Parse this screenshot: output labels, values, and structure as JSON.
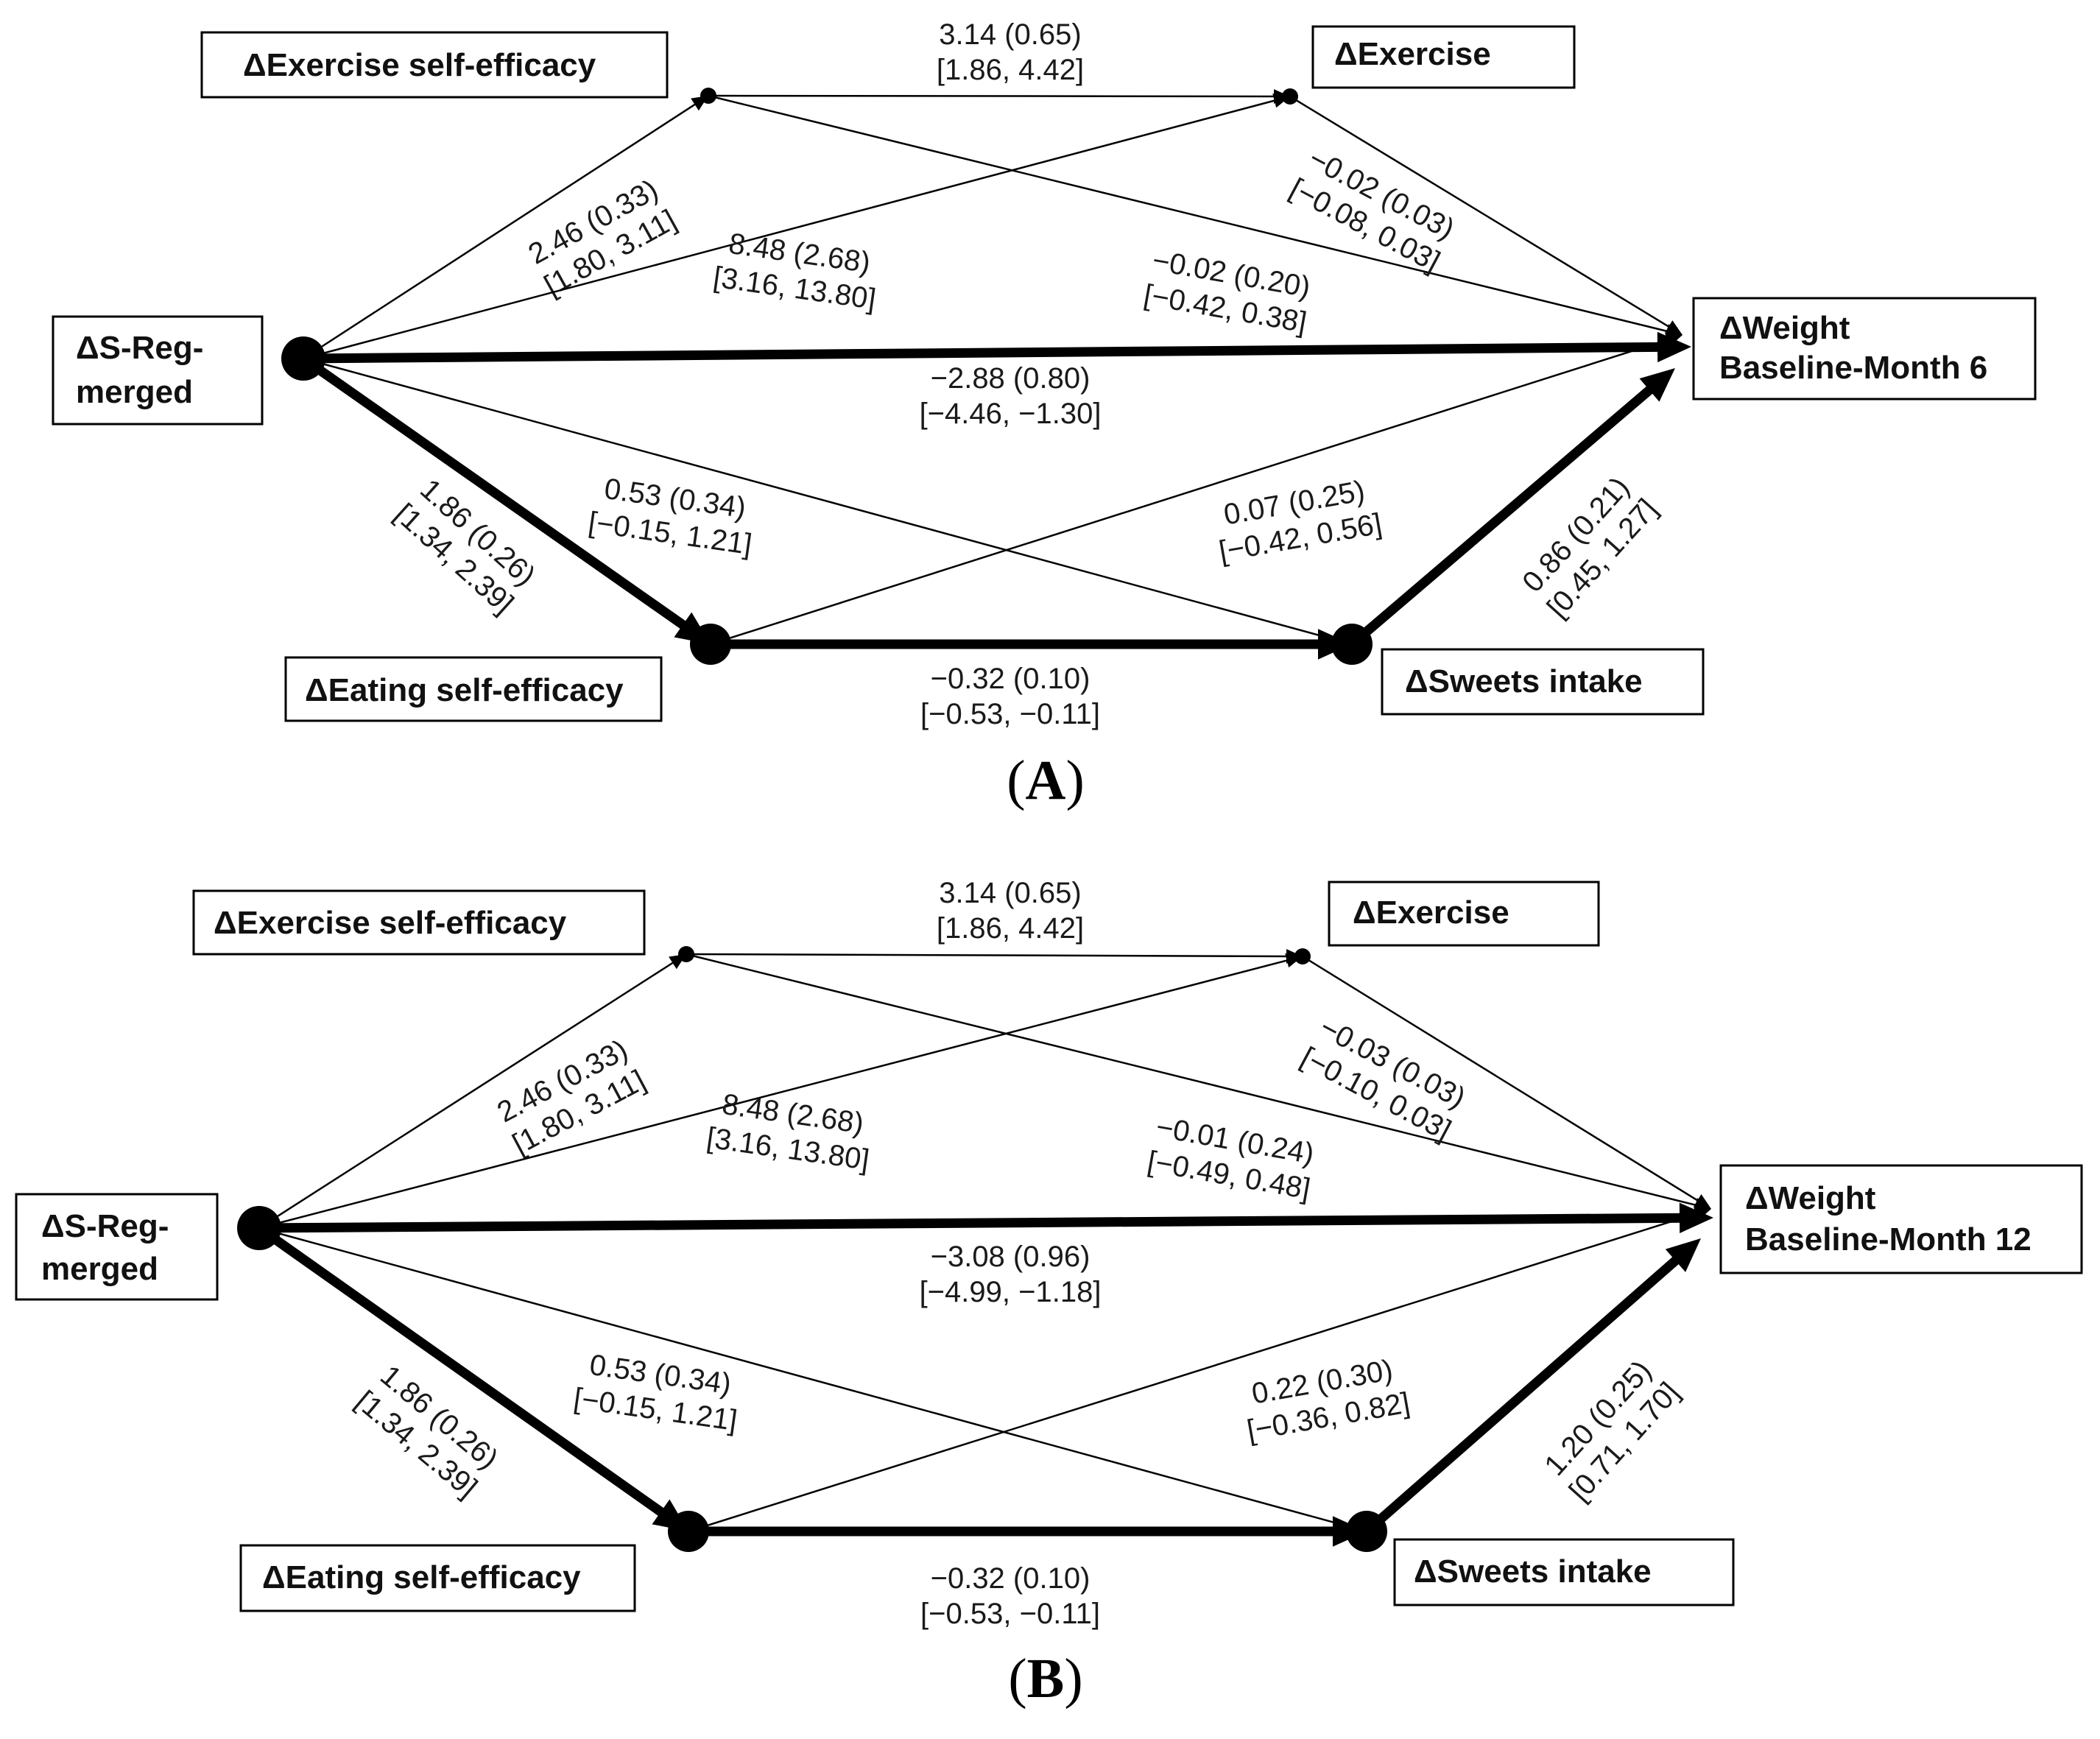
{
  "panels": [
    {
      "label": "A",
      "nodes": {
        "sreg": [
          "ΔS-Reg-",
          "merged"
        ],
        "exse": [
          "ΔExercise self-efficacy"
        ],
        "ex": [
          "ΔExercise"
        ],
        "eatse": [
          "ΔEating self-efficacy"
        ],
        "sweets": [
          "ΔSweets intake"
        ],
        "weight": [
          "ΔWeight",
          "Baseline-Month 6"
        ]
      },
      "paths": {
        "sreg_exse": [
          "2.46 (0.33)",
          "[1.80, 3.11]"
        ],
        "sreg_ex": [
          "8.48 (2.68)",
          "[3.16, 13.80]"
        ],
        "sreg_weight": [
          "−2.88 (0.80)",
          "[−4.46, −1.30]"
        ],
        "sreg_sweets": [
          "0.53 (0.34)",
          "[−0.15, 1.21]"
        ],
        "sreg_eatse": [
          "1.86 (0.26)",
          "[1.34, 2.39]"
        ],
        "exse_ex": [
          "3.14 (0.65)",
          "[1.86, 4.42]"
        ],
        "exse_weight": [
          "−0.02 (0.20)",
          "[−0.42, 0.38]"
        ],
        "ex_weight": [
          "−0.02 (0.03)",
          "[−0.08, 0.03]"
        ],
        "eatse_weight": [
          "0.07 (0.25)",
          "[−0.42, 0.56]"
        ],
        "eatse_sweets": [
          "−0.32 (0.10)",
          "[−0.53, −0.11]"
        ],
        "sweets_weight": [
          "0.86 (0.21)",
          "[0.45, 1.27]"
        ]
      }
    },
    {
      "label": "B",
      "nodes": {
        "sreg": [
          "ΔS-Reg-",
          "merged"
        ],
        "exse": [
          "ΔExercise self-efficacy"
        ],
        "ex": [
          "ΔExercise"
        ],
        "eatse": [
          "ΔEating self-efficacy"
        ],
        "sweets": [
          "ΔSweets intake"
        ],
        "weight": [
          "ΔWeight",
          "Baseline-Month 12"
        ]
      },
      "paths": {
        "sreg_exse": [
          "2.46 (0.33)",
          "[1.80, 3.11]"
        ],
        "sreg_ex": [
          "8.48 (2.68)",
          "[3.16, 13.80]"
        ],
        "sreg_weight": [
          "−3.08 (0.96)",
          "[−4.99, −1.18]"
        ],
        "sreg_sweets": [
          "0.53 (0.34)",
          "[−0.15, 1.21]"
        ],
        "sreg_eatse": [
          "1.86 (0.26)",
          "[1.34, 2.39]"
        ],
        "exse_ex": [
          "3.14 (0.65)",
          "[1.86, 4.42]"
        ],
        "exse_weight": [
          "−0.01 (0.24)",
          "[−0.49, 0.48]"
        ],
        "ex_weight": [
          "−0.03 (0.03)",
          "[−0.10, 0.03]"
        ],
        "eatse_weight": [
          "0.22 (0.30)",
          "[−0.36, 0.82]"
        ],
        "eatse_sweets": [
          "−0.32 (0.10)",
          "[−0.53, −0.11]"
        ],
        "sweets_weight": [
          "1.20 (0.25)",
          "[0.71, 1.70]"
        ]
      }
    }
  ]
}
